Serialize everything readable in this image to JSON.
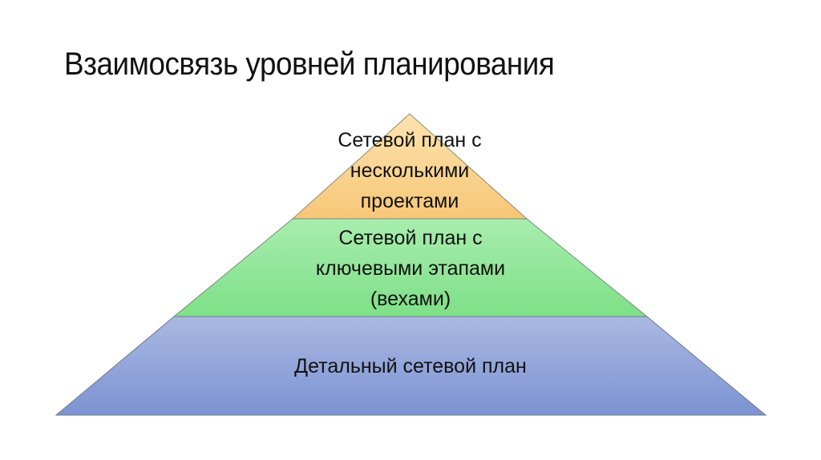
{
  "slide": {
    "title": "Взаимосвязь уровней планирования"
  },
  "pyramid": {
    "levels": [
      {
        "lines": [
          "Сетевой план с",
          "несколькими",
          "проектами"
        ],
        "color_top": "#fde0a8",
        "color_bottom": "#f6c574"
      },
      {
        "lines": [
          "Сетевой план с",
          "ключевыми этапами",
          "(вехами)"
        ],
        "color_top": "#a6ecab",
        "color_bottom": "#7ee087"
      },
      {
        "lines": [
          "Детальный сетевой план"
        ],
        "color_top": "#a8b6e0",
        "color_bottom": "#7d93d2"
      }
    ],
    "outline_color": "#6b7a8a"
  }
}
